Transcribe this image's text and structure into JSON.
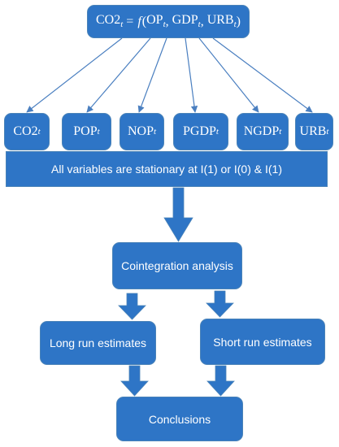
{
  "equation": {
    "lhs_base": "CO2",
    "subscript": "t",
    "equals": "=",
    "function_name": "f",
    "open_paren": "(",
    "args": [
      {
        "base": "OP",
        "sub": "t"
      },
      {
        "base": "GDP",
        "sub": "t"
      },
      {
        "base": "URB",
        "sub": "t"
      }
    ],
    "separator": ",",
    "close_paren": ")"
  },
  "variables": [
    {
      "base": "CO2",
      "sub": "t"
    },
    {
      "base": "POP",
      "sub": "t"
    },
    {
      "base": "NOP",
      "sub": "t"
    },
    {
      "base": "PGDP",
      "sub": "t"
    },
    {
      "base": "NGDP",
      "sub": "t"
    },
    {
      "base": "URB",
      "sub": "t"
    }
  ],
  "stationarity_label": "All variables are stationary at I(1) or I(0) & I(1)",
  "cointegration_label": "Cointegration analysis",
  "long_run_label": "Long run estimates",
  "short_run_label": "Short run estimates",
  "conclusions_label": "Conclusions",
  "colors": {
    "box_fill": "#2e75c6",
    "box_border": "#4a83b8",
    "thin_arrow": "#4a7fc0",
    "block_arrow": "#2e75c6",
    "text": "#ffffff"
  }
}
